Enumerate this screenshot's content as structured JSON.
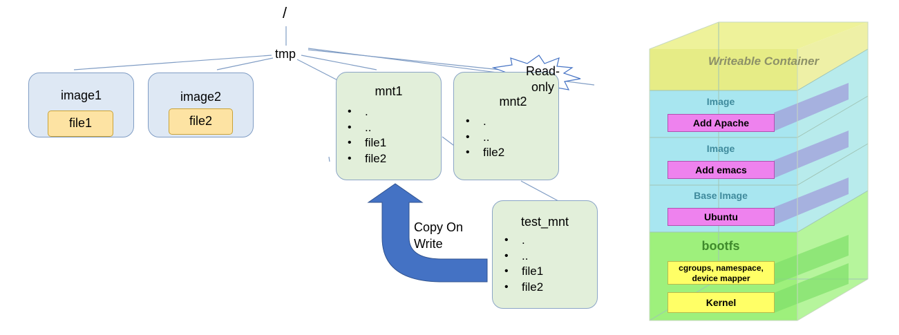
{
  "tree": {
    "root": "/",
    "tmp": "tmp",
    "image1": {
      "title": "image1",
      "file": "file1"
    },
    "image2": {
      "title": "image2",
      "file": "file2"
    },
    "mnt1": {
      "title": "mnt1",
      "items": [
        ".",
        "..",
        "file1",
        "file2"
      ]
    },
    "mnt2": {
      "title": "mnt2",
      "items": [
        ".",
        "..",
        "file2"
      ]
    },
    "test_mnt": {
      "title": "test_mnt",
      "items": [
        ".",
        "..",
        "file1",
        "file2"
      ]
    },
    "readonly_label": {
      "line1": "Read-",
      "line2": "only"
    },
    "cow_label": {
      "line1": "Copy On",
      "line2": "Write"
    },
    "colors": {
      "arrow": "#4472c4",
      "image_box": "#dee8f4",
      "mnt_box": "#e2efda",
      "file_chip": "#fde3a3"
    }
  },
  "stack": {
    "writeable": "Writeable Container",
    "layers": [
      {
        "title": "Image",
        "bar": "Add Apache"
      },
      {
        "title": "Image",
        "bar": "Add emacs"
      },
      {
        "title": "Base Image",
        "bar": "Ubuntu"
      }
    ],
    "bootfs": {
      "title": "bootfs",
      "bar1_line1": "cgroups, namespace,",
      "bar1_line2": "device mapper",
      "bar2": "Kernel"
    },
    "colors": {
      "writeable": "#e6ec86",
      "image_layers": "#a8e6f0",
      "bootfs": "#9ef07c",
      "bar": "#ee82ee",
      "yellow": "#ffff66"
    }
  }
}
